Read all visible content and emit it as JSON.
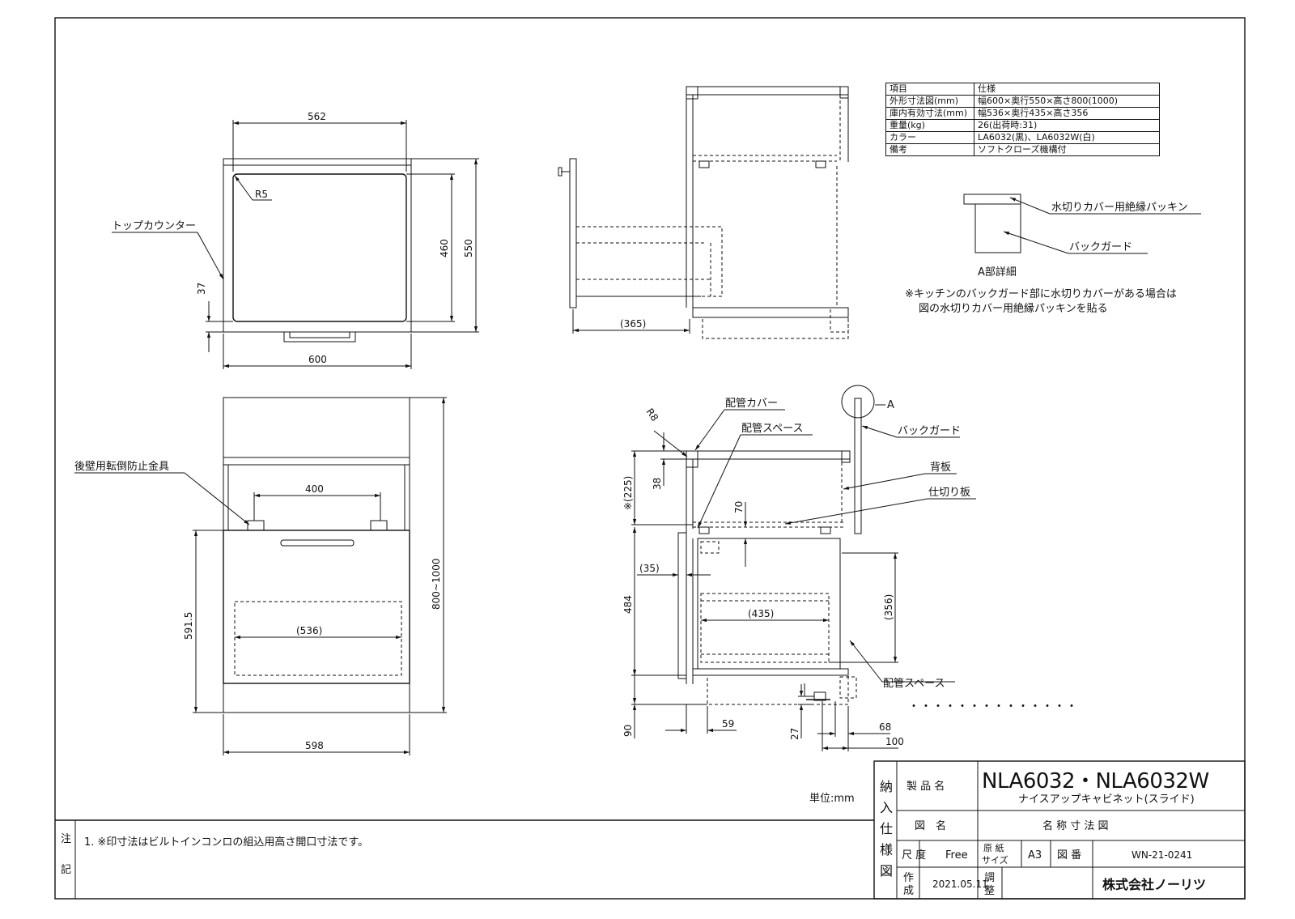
{
  "spec_table": [
    {
      "k": "項目",
      "v": "仕様"
    },
    {
      "k": "外形寸法図(mm)",
      "v": "幅600×奥行550×高さ800(1000)"
    },
    {
      "k": "庫内有効寸法(mm)",
      "v": "幅536×奥行435×高さ356"
    },
    {
      "k": "重量(kg)",
      "v": "26(出荷時:31)"
    },
    {
      "k": "カラー",
      "v": "LA6032(黒)、LA6032W(白)"
    },
    {
      "k": "備考",
      "v": "ソフトクローズ機構付"
    }
  ],
  "top_view": {
    "d562": "562",
    "d460": "460",
    "d550": "550",
    "d37": "37",
    "d600": "600",
    "r5": "R5",
    "top_counter": "トップカウンター"
  },
  "front_view": {
    "d400": "400",
    "d536": "(536)",
    "d591": "591.5",
    "d800": "800~1000",
    "d598": "598",
    "anti_tip": "後壁用転倒防止金具"
  },
  "side_open": {
    "d365": "(365)"
  },
  "side_section": {
    "r8": "R8",
    "pipe_cover": "配管カバー",
    "pipe_space_top": "配管スペース",
    "d225": "※(225)",
    "d38": "38",
    "d70": "70",
    "d35": "(35)",
    "d484": "484",
    "d435": "(435)",
    "d356": "(356)",
    "d90": "90",
    "d59": "59",
    "d27": "27",
    "d68": "68",
    "d100": "100",
    "back_guard": "バックガード",
    "back_board": "背板",
    "divider": "仕切り板",
    "pipe_space_bottom": "配管スペース",
    "detail_a_mark": "A"
  },
  "detail_a": {
    "insulation": "水切りカバー用絶縁パッキン",
    "back_guard": "バックガード",
    "title": "A部詳細",
    "note1": "※キッチンのバックガード部に水切りカバーがある場合は",
    "note2": "図の水切りカバー用絶縁パッキンを貼る"
  },
  "dots": "・・・・・・・・・・・・・・",
  "unit": "単位:mm",
  "notes": {
    "label1": "注",
    "label2": "記",
    "text": "1. ※印寸法はビルトインコンロの組込用高さ開口寸法です。"
  },
  "title_block": {
    "side_label": [
      "納",
      "入",
      "仕",
      "様",
      "図"
    ],
    "product_name_label": "製 品 名",
    "product_code": "NLA6032・NLA6032W",
    "product_desc": "ナイスアップキャビネット(スライド)",
    "drawing_name_label": "図　名",
    "drawing_name": "名 称 寸 法 図",
    "scale_label": "尺 度",
    "scale": "Free",
    "paper_label1": "原 紙",
    "paper_label2": "サイズ",
    "paper": "A3",
    "drawing_no_label": "図 番",
    "drawing_no": "WN-21-0241",
    "made_label1": "作",
    "made_label2": "成",
    "date": "2021.05.11",
    "check_label1": "調",
    "check_label2": "整",
    "company": "株式会社ノーリツ"
  }
}
